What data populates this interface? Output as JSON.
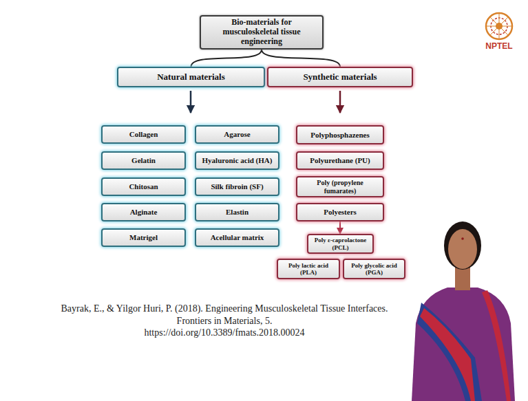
{
  "diagram": {
    "caption": "Bayrak, E., & Yilgor Huri, P. (2018). Engineering Musculoskeletal Tissue Interfaces. Frontiers in Materials, 5.",
    "nodes": [
      {
        "text": [
          "Bio-materials for musculoskeletal tissue engineering"
        ]
      },
      {
        "text": [
          "Natural materials"
        ]
      },
      {
        "text": [
          "Synthetic materials"
        ]
      },
      {
        "text": [
          "Collagen"
        ]
      },
      {
        "text": [
          "Agarose"
        ]
      },
      {
        "text": [
          "Gelatin"
        ]
      },
      {
        "text": [
          "Hyaluronic acid (HA)"
        ]
      },
      {
        "text": [
          "Chitosan"
        ]
      },
      {
        "text": [
          "Silk fibroin (SF)"
        ]
      },
      {
        "text": [
          "Alginate"
        ]
      },
      {
        "text": [
          "Elastin"
        ]
      },
      {
        "text": [
          "Matrigel"
        ]
      },
      {
        "text": [
          "Acellular matrix"
        ]
      },
      {
        "text": [
          "Polyphosphazenes"
        ]
      },
      {
        "text": [
          "Polyurethane (PU)"
        ]
      },
      {
        "text": [
          "Poly (propylene fumarates)"
        ]
      },
      {
        "text": [
          "Polyesters"
        ]
      },
      {
        "text": [
          "Poly ε-caprolactone (PCL)"
        ]
      },
      {
        "text": [
          "Poly lactic acid (PLA)"
        ]
      },
      {
        "text": [
          "Poly glycolic acid (PGA)"
        ]
      }
    ],
    "edges": [
      {
        "from": 0,
        "to": 1,
        "arrow": "none"
      },
      {
        "from": 0,
        "to": 2,
        "arrow": "none"
      },
      {
        "from": 16,
        "to": 17,
        "arrow": "to"
      }
    ],
    "labels": [
      "https://doi.org/10.3389/fmats.2018.00024",
      "NPTEL"
    ]
  }
}
